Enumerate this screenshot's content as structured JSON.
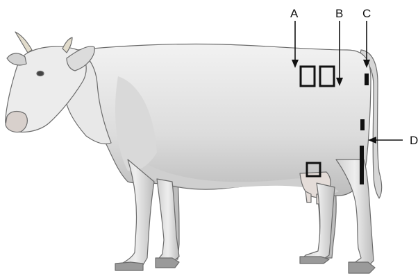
{
  "labels": {
    "a": "A",
    "b": "B",
    "c": "C",
    "d": "D"
  },
  "colors": {
    "body": "#e6e6e6",
    "shade": "#c4c4c4",
    "outline": "#6b6b6b",
    "marker": "#111111"
  }
}
